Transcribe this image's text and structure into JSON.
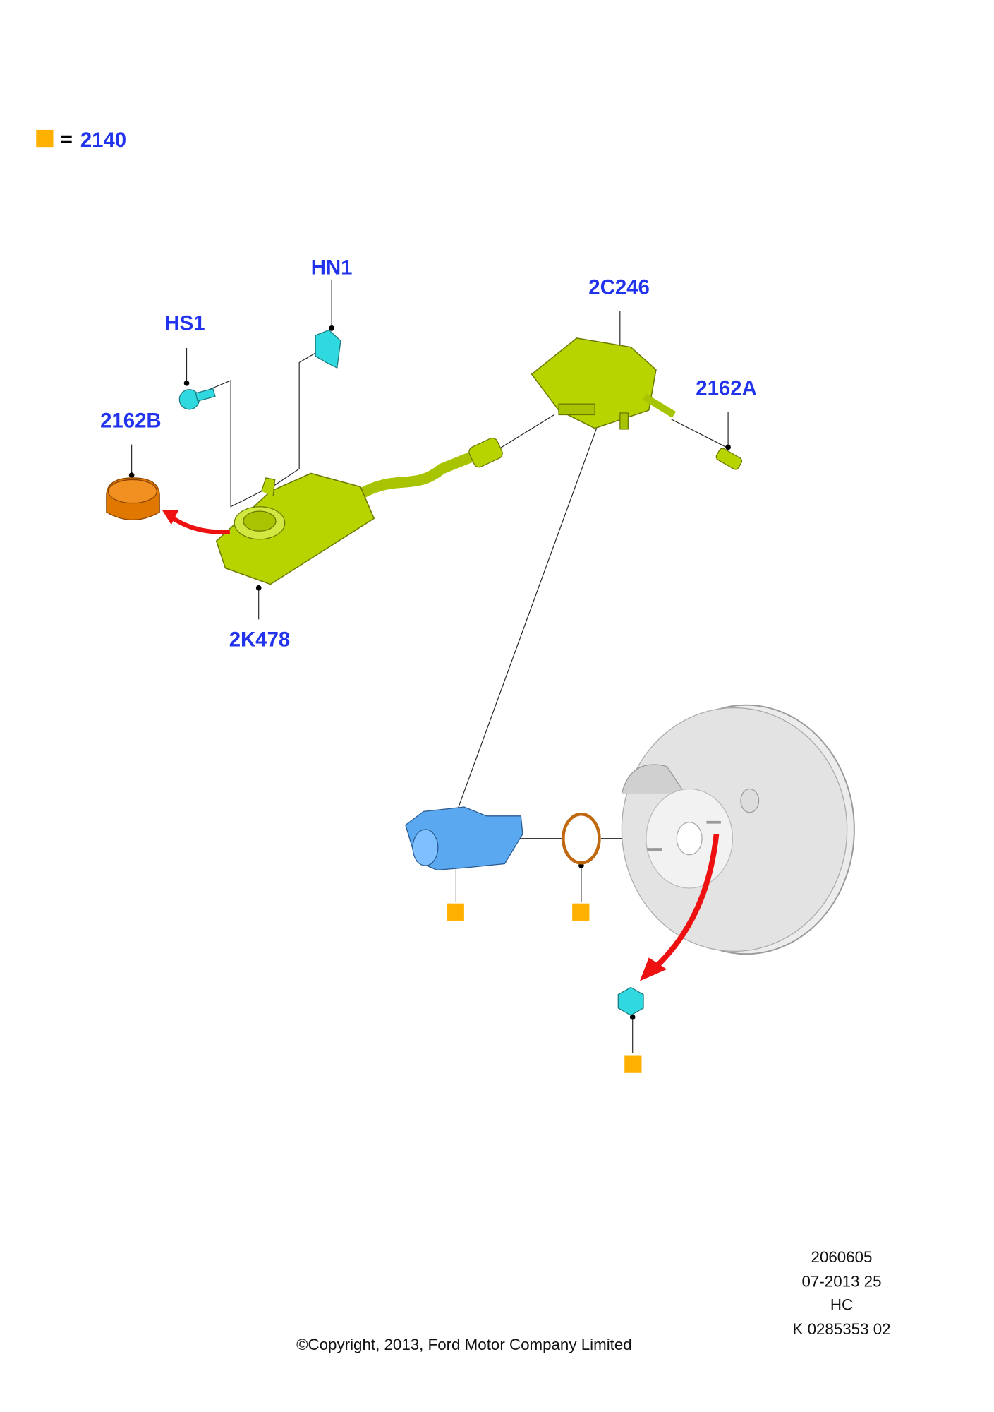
{
  "legend": {
    "symbol_color": "#ffb000",
    "equals": "=",
    "part_number": "2140"
  },
  "labels": {
    "hn1": "HN1",
    "hs1": "HS1",
    "p2162b": "2162B",
    "p2c246": "2C246",
    "p2162a": "2162A",
    "p2k478": "2K478"
  },
  "colors": {
    "label": "#2233ee",
    "reservoir": "#b8d400",
    "cap": "#e07800",
    "cylinder": "#5aa8f0",
    "clip": "#30d8e0",
    "arrow": "#ee1111",
    "booster": "#d8d8d8"
  },
  "footer": {
    "line1": "2060605",
    "line2": "07-2013 25",
    "line3": "HC",
    "line4": "K 0285353 02",
    "copyright": "©Copyright, 2013, Ford Motor Company Limited"
  }
}
